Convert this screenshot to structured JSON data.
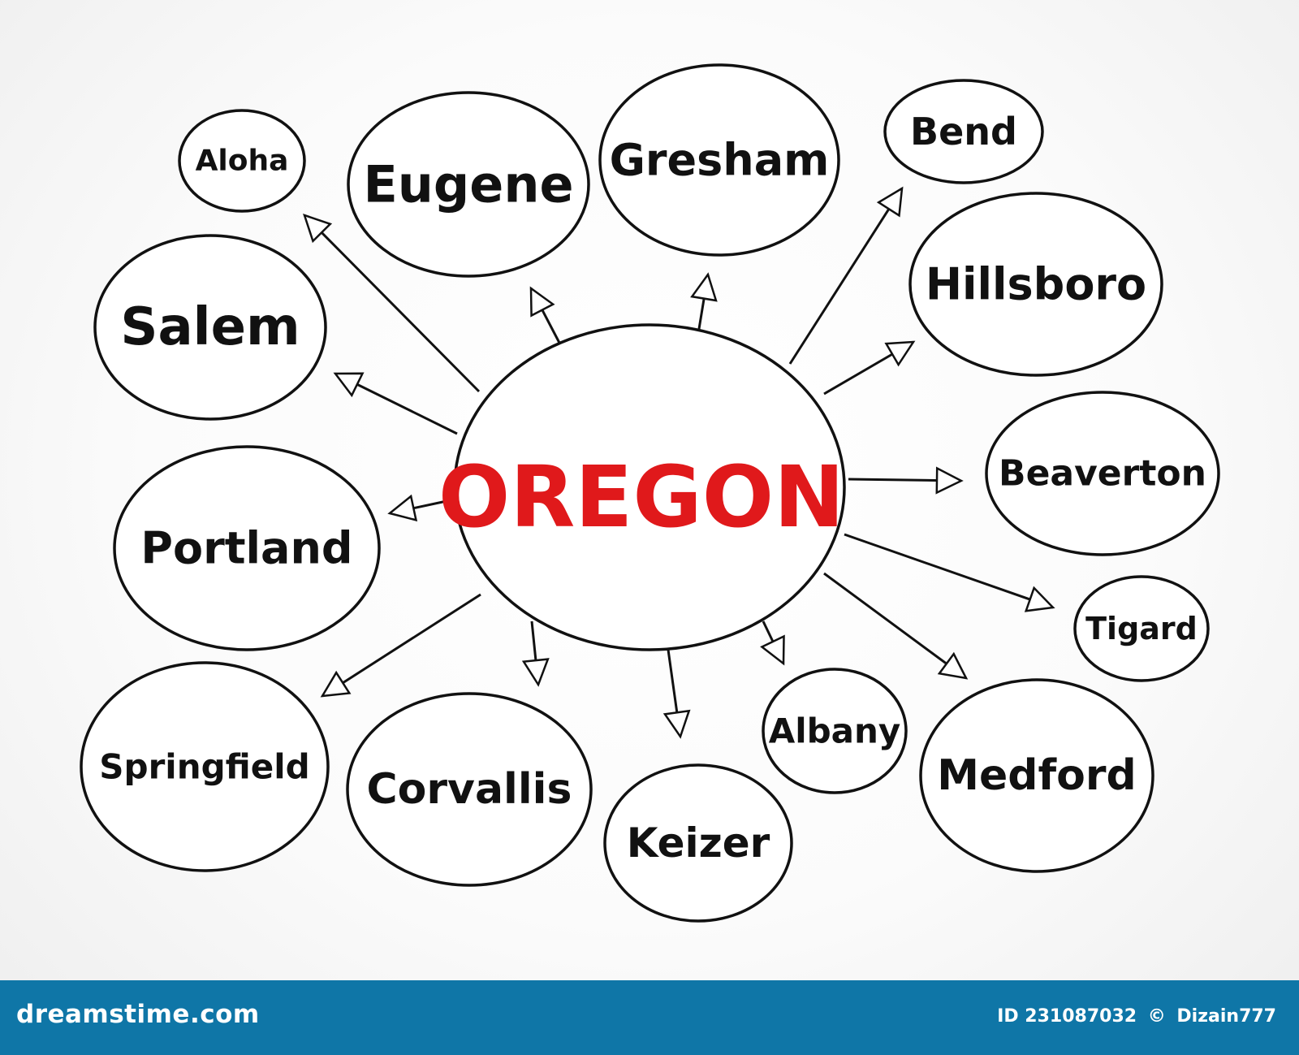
{
  "center": {
    "label": "OREGON",
    "color": "#e0191b"
  },
  "nodes": [
    {
      "id": "aloha",
      "label": "Aloha"
    },
    {
      "id": "eugene",
      "label": "Eugene"
    },
    {
      "id": "gresham",
      "label": "Gresham"
    },
    {
      "id": "bend",
      "label": "Bend"
    },
    {
      "id": "hillsboro",
      "label": "Hillsboro"
    },
    {
      "id": "salem",
      "label": "Salem"
    },
    {
      "id": "beaverton",
      "label": "Beaverton"
    },
    {
      "id": "portland",
      "label": "Portland"
    },
    {
      "id": "tigard",
      "label": "Tigard"
    },
    {
      "id": "springfield",
      "label": "Springfield"
    },
    {
      "id": "corvallis",
      "label": "Corvallis"
    },
    {
      "id": "keizer",
      "label": "Keizer"
    },
    {
      "id": "albany",
      "label": "Albany"
    },
    {
      "id": "medford",
      "label": "Medford"
    }
  ],
  "footer": {
    "brand": "dreamstime.com",
    "id_text": "ID 231087032",
    "copyright_symbol": "©",
    "author": "Dizain777",
    "background_color": "#0f76a7"
  }
}
